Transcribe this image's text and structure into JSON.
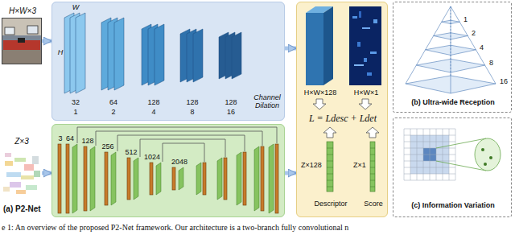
{
  "diagram": {
    "caption": "e 1: An overview of the proposed P2-Net framework. Our architecture is a two-branch fully convolutional n",
    "nodes": [
      {
        "text": [
          "H×W×3"
        ]
      },
      {
        "text": [
          "Z×3"
        ]
      },
      {
        "text": [
          "W",
          "H",
          "32",
          "1",
          "64",
          "2",
          "128",
          "4",
          "128",
          "8",
          "128",
          "16",
          "Channel Dilation"
        ]
      },
      {
        "text": [
          "3",
          "64",
          "128",
          "256",
          "512",
          "1024",
          "2048"
        ]
      },
      {
        "text": [
          "H×W×128",
          "H×W×1",
          "L = Ldesc + Ldet",
          "Z×128",
          "Z×1",
          "Descriptor",
          "Score"
        ]
      },
      {
        "text": [
          "1",
          "2",
          "4",
          "8",
          "16",
          "(b) Ultra-wide Reception"
        ]
      },
      {
        "text": [
          "(c) Information Variation"
        ]
      }
    ],
    "edges": [
      {
        "from": 0,
        "to": 2,
        "arrow": "to"
      },
      {
        "from": 1,
        "to": 3,
        "arrow": "to"
      },
      {
        "from": 2,
        "to": 4,
        "arrow": "to"
      },
      {
        "from": 3,
        "to": 4,
        "arrow": "to"
      }
    ],
    "labels": [
      "(a) P2-Net"
    ]
  }
}
